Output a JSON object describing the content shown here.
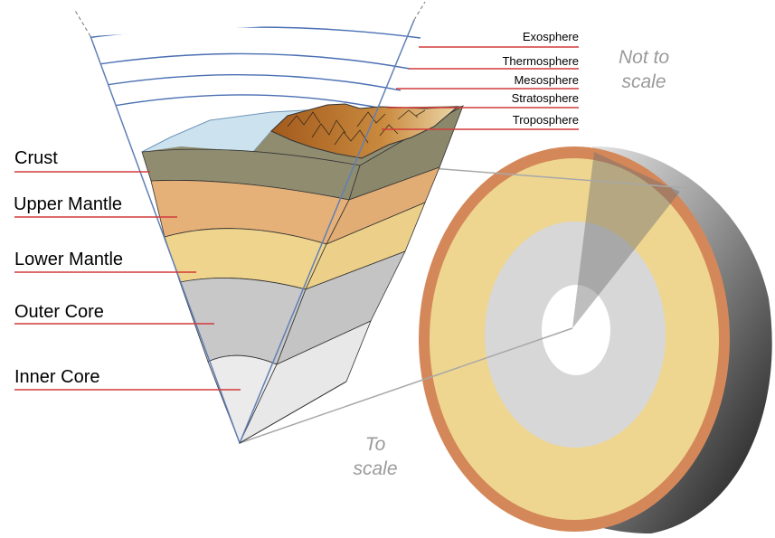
{
  "layers": [
    {
      "label": "Crust"
    },
    {
      "label": "Upper Mantle"
    },
    {
      "label": "Lower Mantle"
    },
    {
      "label": "Outer Core"
    },
    {
      "label": "Inner Core"
    }
  ],
  "atmosphere": [
    {
      "label": "Exosphere"
    },
    {
      "label": "Thermosphere"
    },
    {
      "label": "Mesosphere"
    },
    {
      "label": "Stratosphere"
    },
    {
      "label": "Troposphere"
    }
  ],
  "notes": {
    "not_to_scale_1": "Not to",
    "not_to_scale_2": "scale",
    "to_scale_1": "To",
    "to_scale_2": "scale"
  },
  "colors": {
    "crust": "#8f8c70",
    "upper_mantle": "#e5b178",
    "lower_mantle": "#efd48d",
    "outer_core": "#c8c8c8",
    "inner_core": "#ebebeb",
    "ocean": "#cce3ef",
    "atmosphere_line": "#4a6fb3",
    "leader_line": "#d23a3a",
    "mountain": "#b86a25",
    "sphere_crust": "#d4885a",
    "sphere_mantle": "#eed690"
  }
}
